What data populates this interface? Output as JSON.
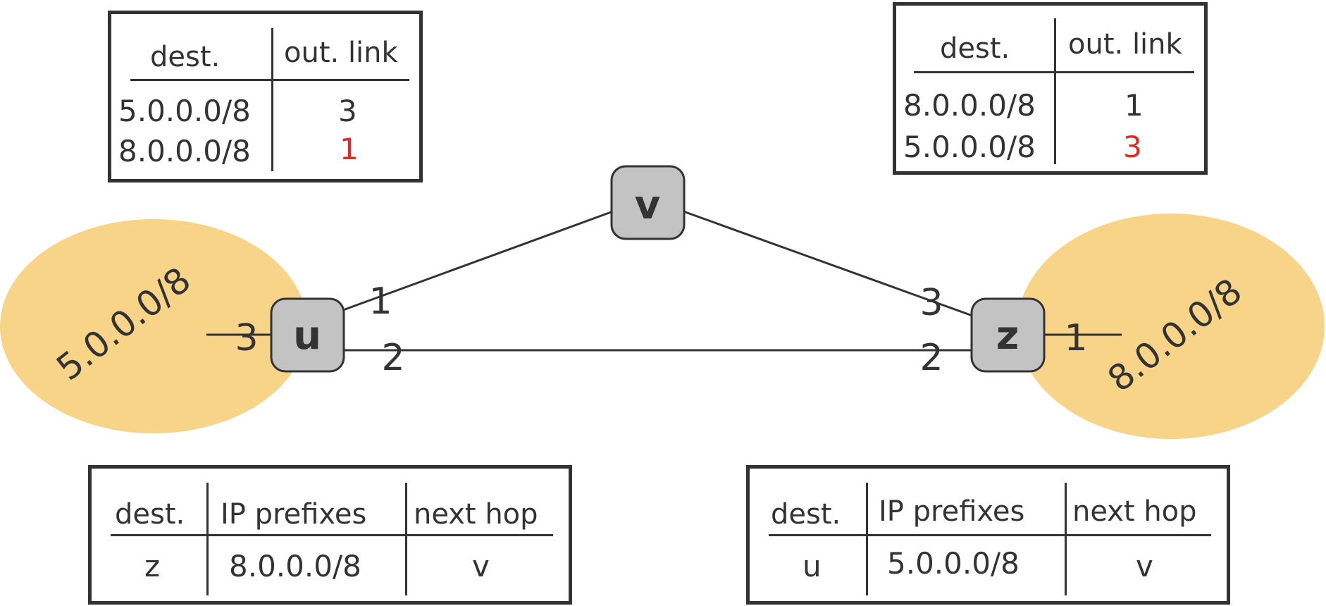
{
  "diagram": {
    "nodes": {
      "v": {
        "label": "v"
      },
      "u": {
        "label": "u"
      },
      "z": {
        "label": "z"
      }
    },
    "networks": {
      "left": {
        "prefix": "5.0.0.0/8"
      },
      "right": {
        "prefix": "8.0.0.0/8"
      }
    },
    "ports": {
      "u_to_v": "1",
      "u_to_z": "2",
      "u_to_left_net": "3",
      "z_to_v": "3",
      "z_to_u": "2",
      "z_to_right_net": "1"
    },
    "colors": {
      "network_fill": "#f7d488",
      "router_fill": "#c3c3c3",
      "highlight": "#e8281e"
    }
  },
  "tables": {
    "u_forwarding": {
      "headers": {
        "dest": "dest.",
        "link": "out. link"
      },
      "rows": [
        {
          "dest": "5.0.0.0/8",
          "link": "3",
          "highlight": false
        },
        {
          "dest": "8.0.0.0/8",
          "link": "1",
          "highlight": true
        }
      ]
    },
    "z_forwarding": {
      "headers": {
        "dest": "dest.",
        "link": "out. link"
      },
      "rows": [
        {
          "dest": "8.0.0.0/8",
          "link": "1",
          "highlight": false
        },
        {
          "dest": "5.0.0.0/8",
          "link": "3",
          "highlight": true
        }
      ]
    },
    "u_routing": {
      "headers": {
        "dest": "dest.",
        "prefixes": "IP prefixes",
        "next_hop": "next hop"
      },
      "row": {
        "dest": "z",
        "prefixes": "8.0.0.0/8",
        "next_hop": "v"
      }
    },
    "z_routing": {
      "headers": {
        "dest": "dest.",
        "prefixes": "IP prefixes",
        "next_hop": "next hop"
      },
      "row": {
        "dest": "u",
        "prefixes": "5.0.0.0/8",
        "next_hop": "v"
      }
    }
  }
}
